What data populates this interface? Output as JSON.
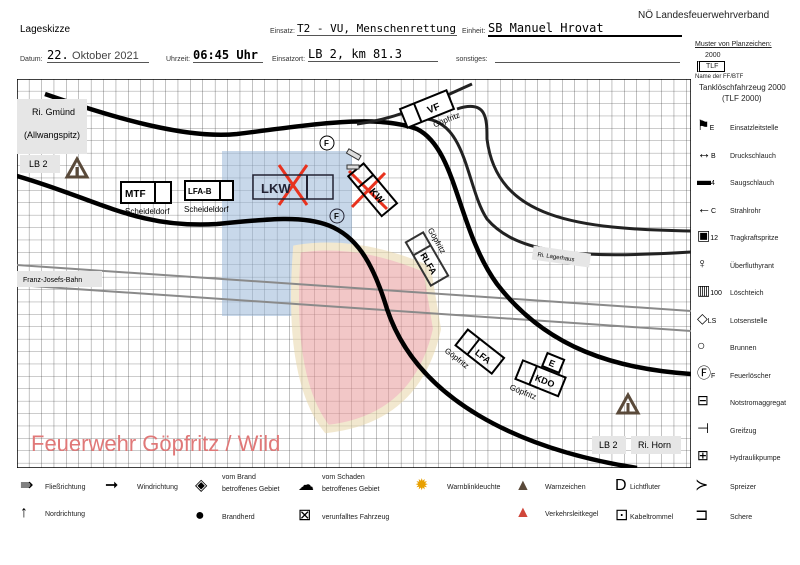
{
  "header": {
    "title": "Lageskizze",
    "org": "NÖ Landesfeuerwehrverband",
    "einsatz_label": "Einsatz:",
    "einsatz_value": "T2 - VU, Menschenrettung",
    "einheit_label": "Einheit:",
    "einheit_value": "SB Manuel Hrovat",
    "datum_label": "Datum:",
    "datum_day": "22.",
    "datum_rest": "Oktober 2021",
    "uhrzeit_label": "Uhrzeit:",
    "uhrzeit_value": "06:45 Uhr",
    "einsatzort_label": "Einsatzort:",
    "einsatzort_value": "LB 2, km 81.3",
    "sonstiges_label": "sonstiges:",
    "sonstiges_value": ""
  },
  "sidebar": {
    "title": "Muster von Planzeichen:",
    "sample": {
      "number": "2000",
      "code": "TLF",
      "name_label": "Name der FF/BTF",
      "desc1": "Tanklöschfahrzeug 2000",
      "desc2": "(TLF 2000)"
    },
    "items": [
      {
        "icon": "flag-e-icon",
        "glyph": "E",
        "label": "Einsatzleitstelle"
      },
      {
        "icon": "pressure-hose-icon",
        "glyph": "B",
        "label": "Druckschlauch"
      },
      {
        "icon": "suction-hose-icon",
        "glyph": "4",
        "label": "Saugschlauch"
      },
      {
        "icon": "nozzle-icon",
        "glyph": "C",
        "label": "Strahlrohr"
      },
      {
        "icon": "portable-pump-icon",
        "glyph": "12",
        "label": "Tragkraftspritze"
      },
      {
        "icon": "hydrant-icon",
        "glyph": "",
        "label": "Überfluthyrant"
      },
      {
        "icon": "pond-icon",
        "glyph": "100",
        "label": "Löschteich"
      },
      {
        "icon": "pilot-point-icon",
        "glyph": "LS",
        "label": "Lotsenstelle"
      },
      {
        "icon": "well-icon",
        "glyph": "",
        "label": "Brunnen"
      },
      {
        "icon": "extinguisher-icon",
        "glyph": "F",
        "label": "Feuerlöscher"
      },
      {
        "icon": "generator-icon",
        "glyph": "",
        "label": "Notstromaggregat"
      },
      {
        "icon": "winch-icon",
        "glyph": "",
        "label": "Greifzug"
      },
      {
        "icon": "hydraulic-pump-icon",
        "glyph": "",
        "label": "Hydraulikpumpe"
      }
    ]
  },
  "map": {
    "watermark": "Feuerwehr Göpfritz / Wild",
    "labels": {
      "gmuend1": "Ri. Gmünd",
      "gmuend2": "(Allwangspitz)",
      "lb2_left": "LB 2",
      "bahn": "Franz-Josefs-Bahn",
      "lagerhaus": "Ri. Lagerhaus",
      "lb2_right": "LB 2",
      "horn": "Ri. Horn"
    },
    "vehicles": [
      {
        "code": "MTF",
        "unit": "Scheideldorf",
        "crossed": false
      },
      {
        "code": "LFA-B",
        "unit": "Scheideldorf",
        "crossed": false
      },
      {
        "code": "LKW",
        "unit": "",
        "crossed": true
      },
      {
        "code": "KW",
        "unit": "",
        "crossed": true
      },
      {
        "code": "VF",
        "unit": "Göpfritz",
        "crossed": false
      },
      {
        "code": "RLFA",
        "unit": "Göpfritz",
        "crossed": false
      },
      {
        "code": "LFA",
        "unit": "Göpfritz",
        "crossed": false
      },
      {
        "code": "KDO",
        "unit": "Göpfritz",
        "crossed": false
      }
    ],
    "markers": {
      "extinguisher": "F",
      "command": "E"
    },
    "colors": {
      "cross": "#e8321e",
      "road": "#000000",
      "rail": "#8a8a8a"
    }
  },
  "legend": [
    {
      "icon": "flow-direction-icon",
      "label": "Fließrichtung"
    },
    {
      "icon": "wind-direction-icon",
      "label": "Windrichtung"
    },
    {
      "icon": "fire-area-icon",
      "label1": "vom Brand",
      "label2": "betroffenes Gebiet"
    },
    {
      "icon": "damage-area-icon",
      "label1": "vom Schaden",
      "label2": "betroffenes Gebiet"
    },
    {
      "icon": "warning-beacon-icon",
      "label": "Warnblinkleuchte"
    },
    {
      "icon": "warning-triangle-icon",
      "label": "Warnzeichen"
    },
    {
      "icon": "floodlight-icon",
      "label": "Lichtfluter"
    },
    {
      "icon": "spreader-icon",
      "label": "Spreizer"
    },
    {
      "icon": "north-icon",
      "label": "Nordrichtung"
    },
    {
      "icon": "fire-source-icon",
      "label": "Brandherd"
    },
    {
      "icon": "crashed-vehicle-icon",
      "label": "verunfalltes Fahrzeug"
    },
    {
      "icon": "traffic-cone-icon",
      "label": "Verkehrsleitkegel"
    },
    {
      "icon": "cable-drum-icon",
      "label": "Kabeltrommel"
    },
    {
      "icon": "cutter-icon",
      "label": "Schere"
    }
  ]
}
